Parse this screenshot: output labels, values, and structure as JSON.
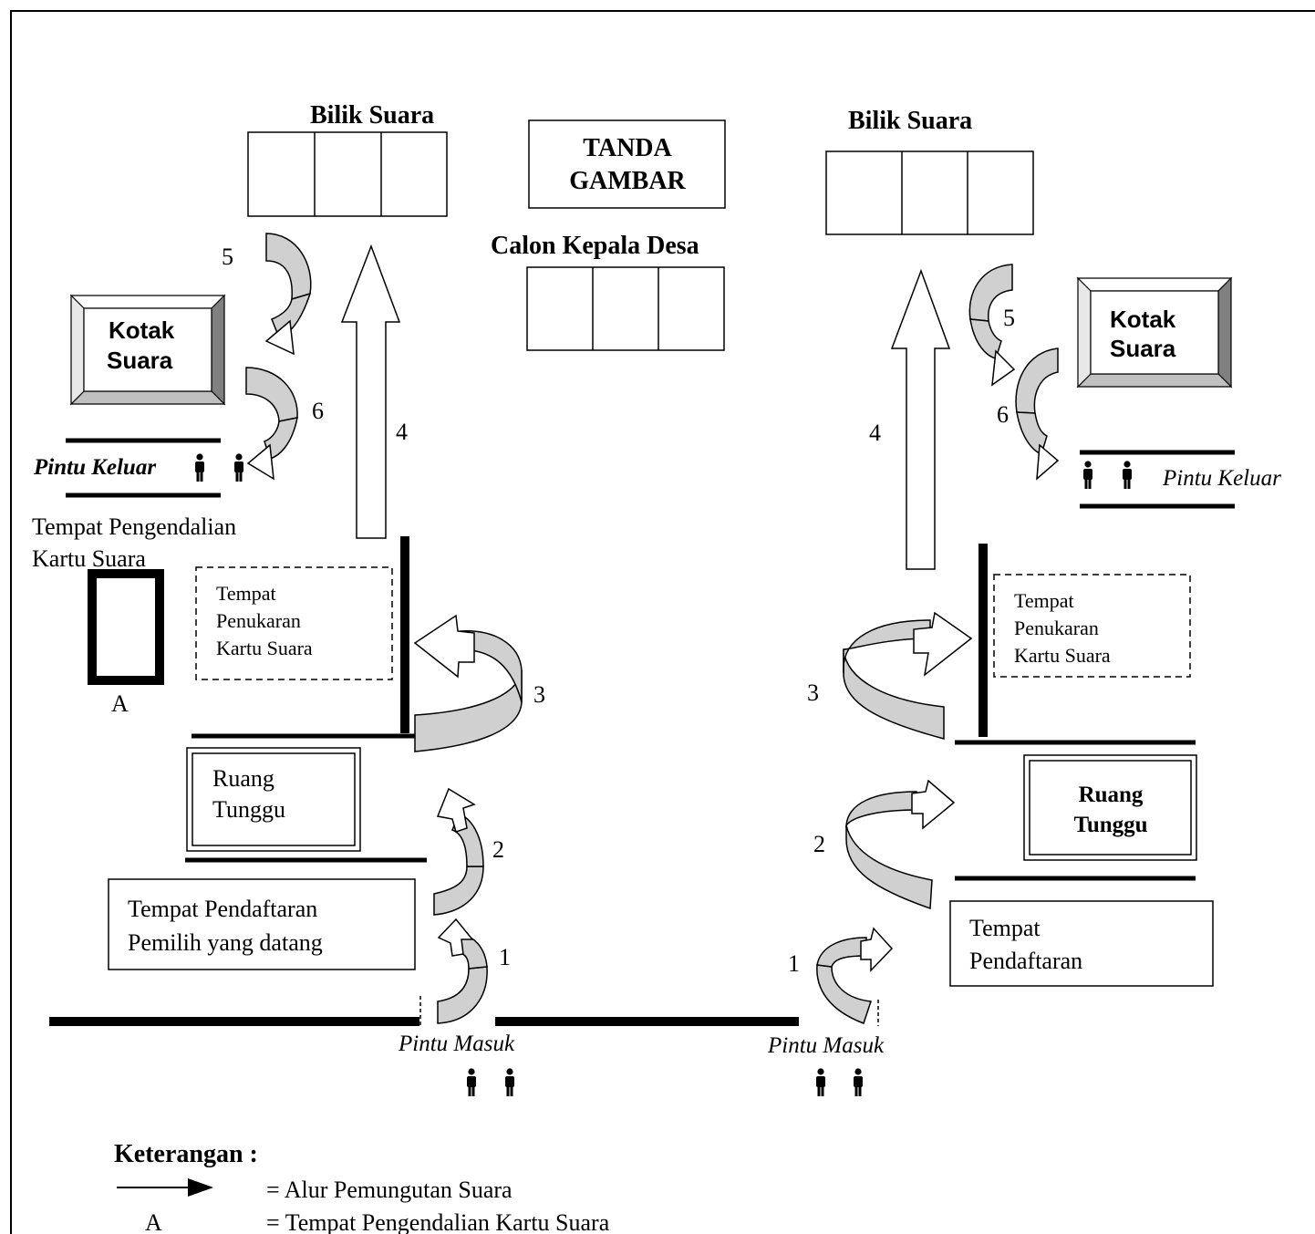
{
  "left": {
    "bilik_suara": "Bilik Suara",
    "kotak_suara": [
      "Kotak",
      "Suara"
    ],
    "pintu_keluar": "Pintu Keluar",
    "tempat_pengendalian": [
      "Tempat Pengendalian",
      "Kartu Suara"
    ],
    "marker_a": "A",
    "penukaran": [
      "Tempat",
      "Penukaran",
      "Kartu Suara"
    ],
    "ruang_tunggu": [
      "Ruang",
      "Tunggu"
    ],
    "pendaftaran": [
      "Tempat Pendaftaran",
      "Pemilih yang datang"
    ],
    "pintu_masuk": "Pintu Masuk",
    "steps": [
      "1",
      "2",
      "3",
      "4",
      "5",
      "6"
    ]
  },
  "center": {
    "tanda_gambar": [
      "TANDA",
      "GAMBAR"
    ],
    "calon_kepala_desa": "Calon Kepala Desa"
  },
  "right": {
    "bilik_suara": "Bilik Suara",
    "kotak_suara": [
      "Kotak",
      "Suara"
    ],
    "pintu_keluar": "Pintu Keluar",
    "penukaran": [
      "Tempat",
      "Penukaran",
      "Kartu Suara"
    ],
    "ruang_tunggu": [
      "Ruang",
      "Tunggu"
    ],
    "pendaftaran": [
      "Tempat",
      "Pendaftaran"
    ],
    "pintu_masuk": "Pintu Masuk",
    "steps": [
      "1",
      "2",
      "3",
      "4",
      "5",
      "6"
    ]
  },
  "legend": {
    "title": "Keterangan :",
    "items": [
      {
        "symbol": "arrow",
        "text": "= Alur Pemungutan Suara"
      },
      {
        "symbol": "A",
        "text": "=  Tempat Pengendalian Kartu Suara"
      }
    ]
  }
}
